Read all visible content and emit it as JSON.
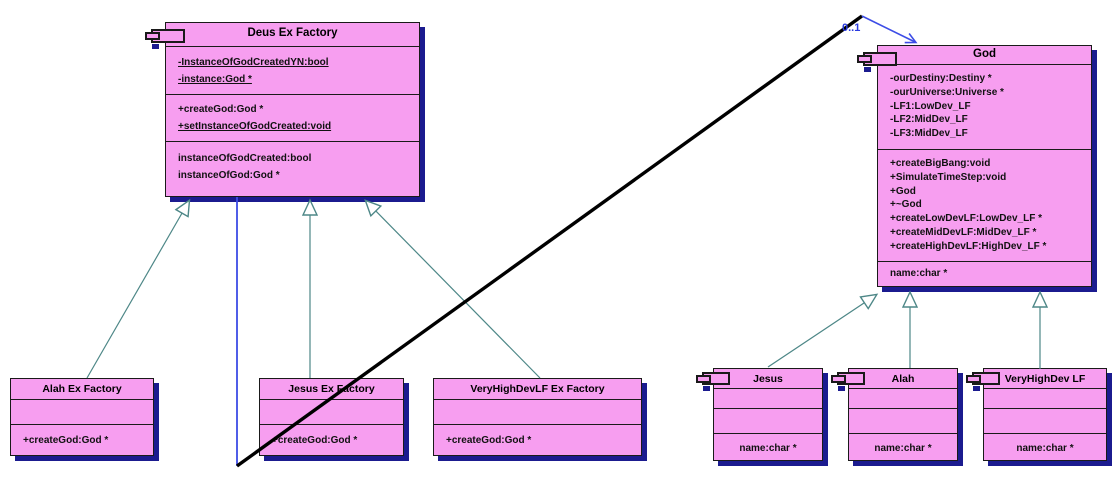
{
  "association": {
    "multiplicity": "0..1"
  },
  "classes": {
    "deus_factory": {
      "name": "Deus Ex Factory",
      "attributes": [
        "-InstanceOfGodCreatedYN:bool",
        "-instance:God *"
      ],
      "methods": [
        "+createGod:God *",
        "+setInstanceOfGodCreated:void"
      ],
      "properties": [
        "instanceOfGodCreated:bool",
        "instanceOfGod:God *"
      ]
    },
    "god": {
      "name": "God",
      "attributes": [
        "-ourDestiny:Destiny *",
        "-ourUniverse:Universe *",
        "-LF1:LowDev_LF",
        "-LF2:MidDev_LF",
        "-LF3:MidDev_LF"
      ],
      "methods": [
        "+createBigBang:void",
        "+SimulateTimeStep:void",
        "+God",
        "+~God",
        "+createLowDevLF:LowDev_LF *",
        "+createMidDevLF:MidDev_LF *",
        "+createHighDevLF:HighDev_LF *"
      ],
      "properties": [
        "name:char *"
      ]
    },
    "alah_factory": {
      "name": "Alah Ex Factory",
      "methods": [
        "+createGod:God *"
      ]
    },
    "jesus_factory": {
      "name": "Jesus Ex Factory",
      "methods": [
        "+createGod:God *"
      ]
    },
    "vhd_factory": {
      "name": "VeryHighDevLF Ex Factory",
      "methods": [
        "+createGod:God *"
      ]
    },
    "jesus": {
      "name": "Jesus",
      "properties": [
        "name:char *"
      ]
    },
    "alah": {
      "name": "Alah",
      "properties": [
        "name:char *"
      ]
    },
    "vhd": {
      "name": "VeryHighDev LF",
      "properties": [
        "name:char *"
      ]
    }
  },
  "colors": {
    "box_fill": "#f79ef0",
    "box_border": "#1a1a1a",
    "box_shadow": "#1b1b8f",
    "generalization_line": "#4d8787",
    "association_line": "#3c4ce6",
    "crossing_line": "#000000",
    "multiplicity_text": "#2b3be0"
  }
}
